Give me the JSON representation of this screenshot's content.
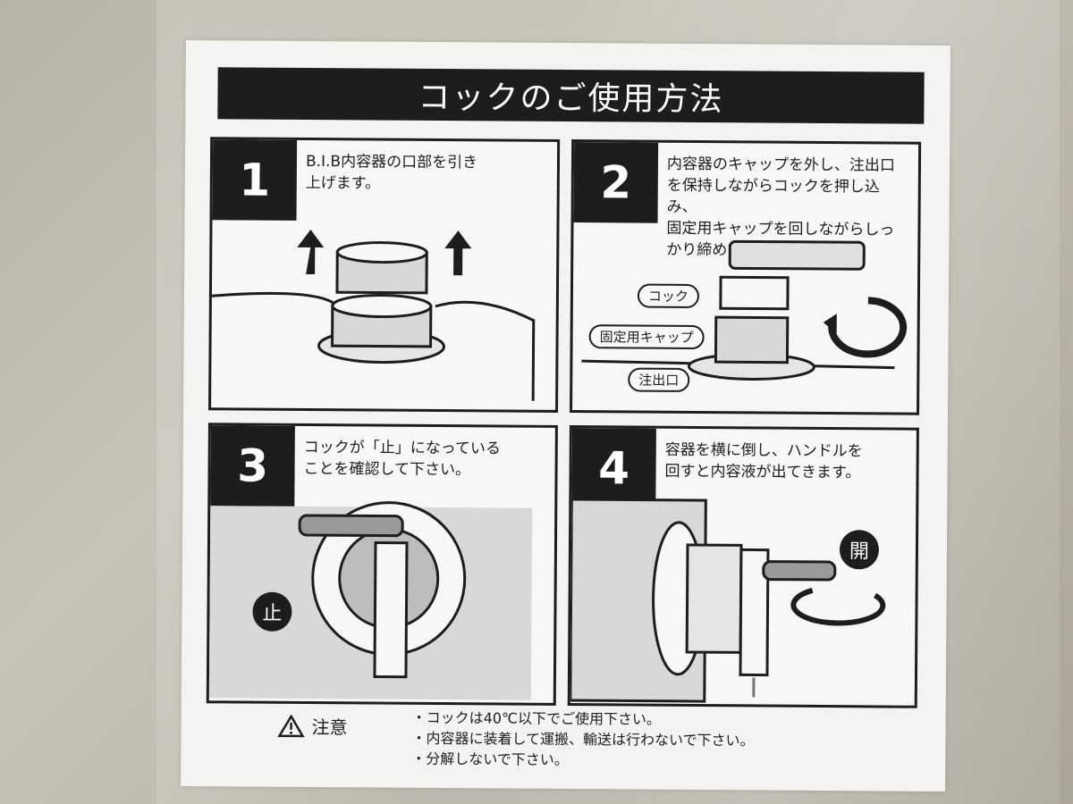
{
  "title": "コックのご使用方法",
  "steps": [
    {
      "number": "1",
      "text": "B.I.B内容器の口部を引き\n上げます。"
    },
    {
      "number": "2",
      "text": "内容器のキャップを外し、注出口\nを保持しながらコックを押し込み、\n固定用キャップを回しながらしっ\nかり締めて下さい。",
      "labels": {
        "cock": "コック",
        "cap": "固定用キャップ",
        "spout": "注出口"
      }
    },
    {
      "number": "3",
      "text": "コックが「止」になっている\nことを確認して下さい。",
      "mark": "止"
    },
    {
      "number": "4",
      "text": "容器を横に倒し、ハンドルを\n回すと内容液が出てきます。",
      "mark": "開"
    }
  ],
  "caution": {
    "label": "注意",
    "items": [
      "コックは40℃以下でご使用下さい。",
      "内容器に装着して運搬、輸送は行わないで下さい。",
      "分解しないで下さい。"
    ]
  },
  "colors": {
    "ink": "#1d1d1d",
    "paper": "#f3f3f1",
    "gray": "#c8c8c6"
  }
}
